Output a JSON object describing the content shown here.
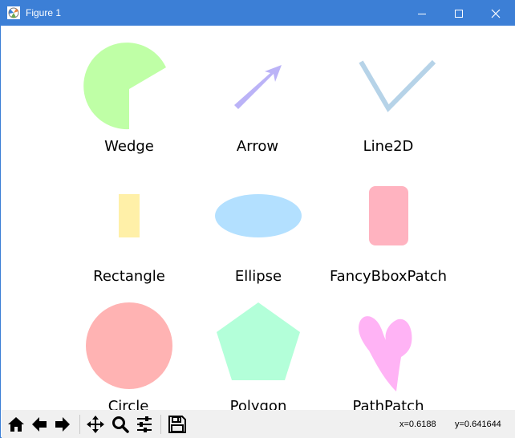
{
  "window": {
    "title": "Figure 1",
    "title_bar_color": "#3c7fd6",
    "controls": [
      "minimize-icon",
      "maximize-icon",
      "close-icon"
    ]
  },
  "figure": {
    "shapes": [
      {
        "name": "wedge",
        "label": "Wedge",
        "color": "#bfffa6"
      },
      {
        "name": "arrow",
        "label": "Arrow",
        "color": "#bbb3f7"
      },
      {
        "name": "line2d",
        "label": "Line2D",
        "color": "#b6d3e8"
      },
      {
        "name": "rectangle",
        "label": "Rectangle",
        "color": "#fff0a8"
      },
      {
        "name": "ellipse",
        "label": "Ellipse",
        "color": "#b3e0ff"
      },
      {
        "name": "fancybboxpatch",
        "label": "FancyBboxPatch",
        "color": "#ffb3c0"
      },
      {
        "name": "circle",
        "label": "Circle",
        "color": "#ffb3b3"
      },
      {
        "name": "polygon",
        "label": "Polygon",
        "color": "#b3ffd9"
      },
      {
        "name": "pathpatch",
        "label": "PathPatch",
        "color": "#ffb3f5"
      }
    ]
  },
  "toolbar": {
    "buttons": [
      {
        "name": "home-button",
        "icon": "home-icon"
      },
      {
        "name": "back-button",
        "icon": "arrow-left-icon"
      },
      {
        "name": "forward-button",
        "icon": "arrow-right-icon"
      },
      {
        "name": "pan-button",
        "icon": "move-icon"
      },
      {
        "name": "zoom-button",
        "icon": "magnifier-icon"
      },
      {
        "name": "configure-subplots-button",
        "icon": "sliders-icon"
      },
      {
        "name": "save-button",
        "icon": "floppy-disk-icon"
      }
    ],
    "x_readout": "x=0.6188",
    "y_readout": "y=0.641644"
  }
}
